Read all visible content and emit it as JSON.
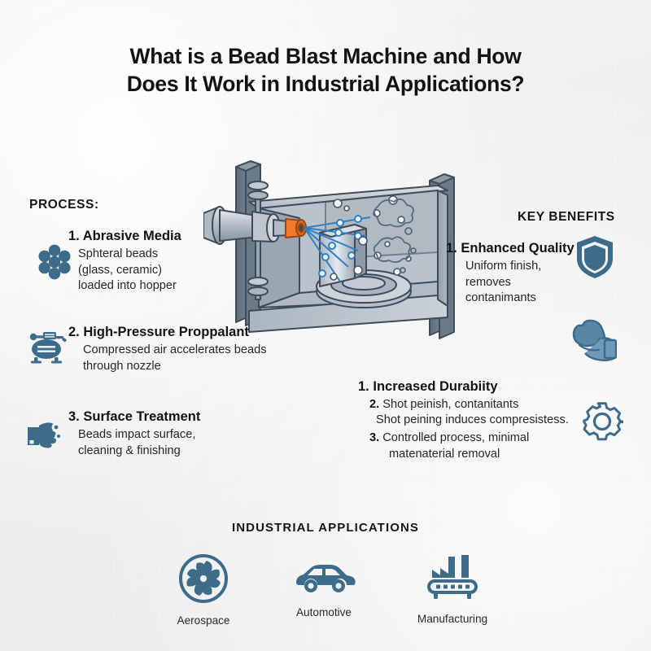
{
  "title": {
    "line1": "What is a Bead Blast Machine and How",
    "line2": "Does It Work in Industrial Applications?"
  },
  "process": {
    "heading": "PROCESS:",
    "items": [
      {
        "number": "1.",
        "title": "Abrasive Media",
        "body": "Sphteral beads\n(glass, ceramic)\nloaded into hopper",
        "icon": "beads-icon"
      },
      {
        "number": "2.",
        "title": "High-Pressure Proppalant",
        "body": "Compressed air accelerates beads\nthrough nozzle",
        "icon": "air-compressor-icon"
      },
      {
        "number": "3.",
        "title": "Surface Treatment",
        "body": "Beads impact surface,\ncleaning & finishing",
        "icon": "hand-tool-icon"
      }
    ]
  },
  "benefits": {
    "heading": "KEY BENEFITS",
    "first": {
      "number": "1.",
      "title": "Enhanced Quality",
      "body": "Uniform finish,\nremoves\ncontanimants",
      "icon": "shield-icon"
    },
    "second": {
      "line1_number": "1.",
      "line1_title": "Increased Durabiity",
      "line2_number": "2.",
      "line2_text": "Shot peinish, contanitants",
      "line3_text": "Shot peining induces compresistess.",
      "line4_number": "3.",
      "line4_text": "Controlled process, minimal",
      "line4_cont": "matenaterial removal",
      "icons": [
        "arm-muscle-icon",
        "gear-icon"
      ]
    }
  },
  "applications": {
    "heading": "INDUSTRIAL APPLICATIONS",
    "items": [
      {
        "label": "Aerospace",
        "icon": "turbine-fan-icon"
      },
      {
        "label": "Automotive",
        "icon": "car-icon"
      },
      {
        "label": "Manufacturing",
        "icon": "factory-conveyor-icon"
      }
    ]
  },
  "illustration": {
    "name": "bead-blast-cabinet-diagram",
    "parts": [
      "frame-posts",
      "cabinet-enclosure",
      "blast-nozzle",
      "nozzle-tip",
      "spray-streams",
      "workpiece",
      "turntable",
      "media-beads",
      "dust-cloud"
    ]
  },
  "colors": {
    "background": "#f1f1f1",
    "text": "#1b1b1b",
    "icon_blue": "#3d6b8a",
    "accent_orange": "#f07c2b",
    "metal_light": "#cfd6dc",
    "metal_mid": "#9aa7b2",
    "metal_dark": "#5d6d7b",
    "frame_dark": "#4e5d6b",
    "spray_blue": "#2f7fc4"
  }
}
